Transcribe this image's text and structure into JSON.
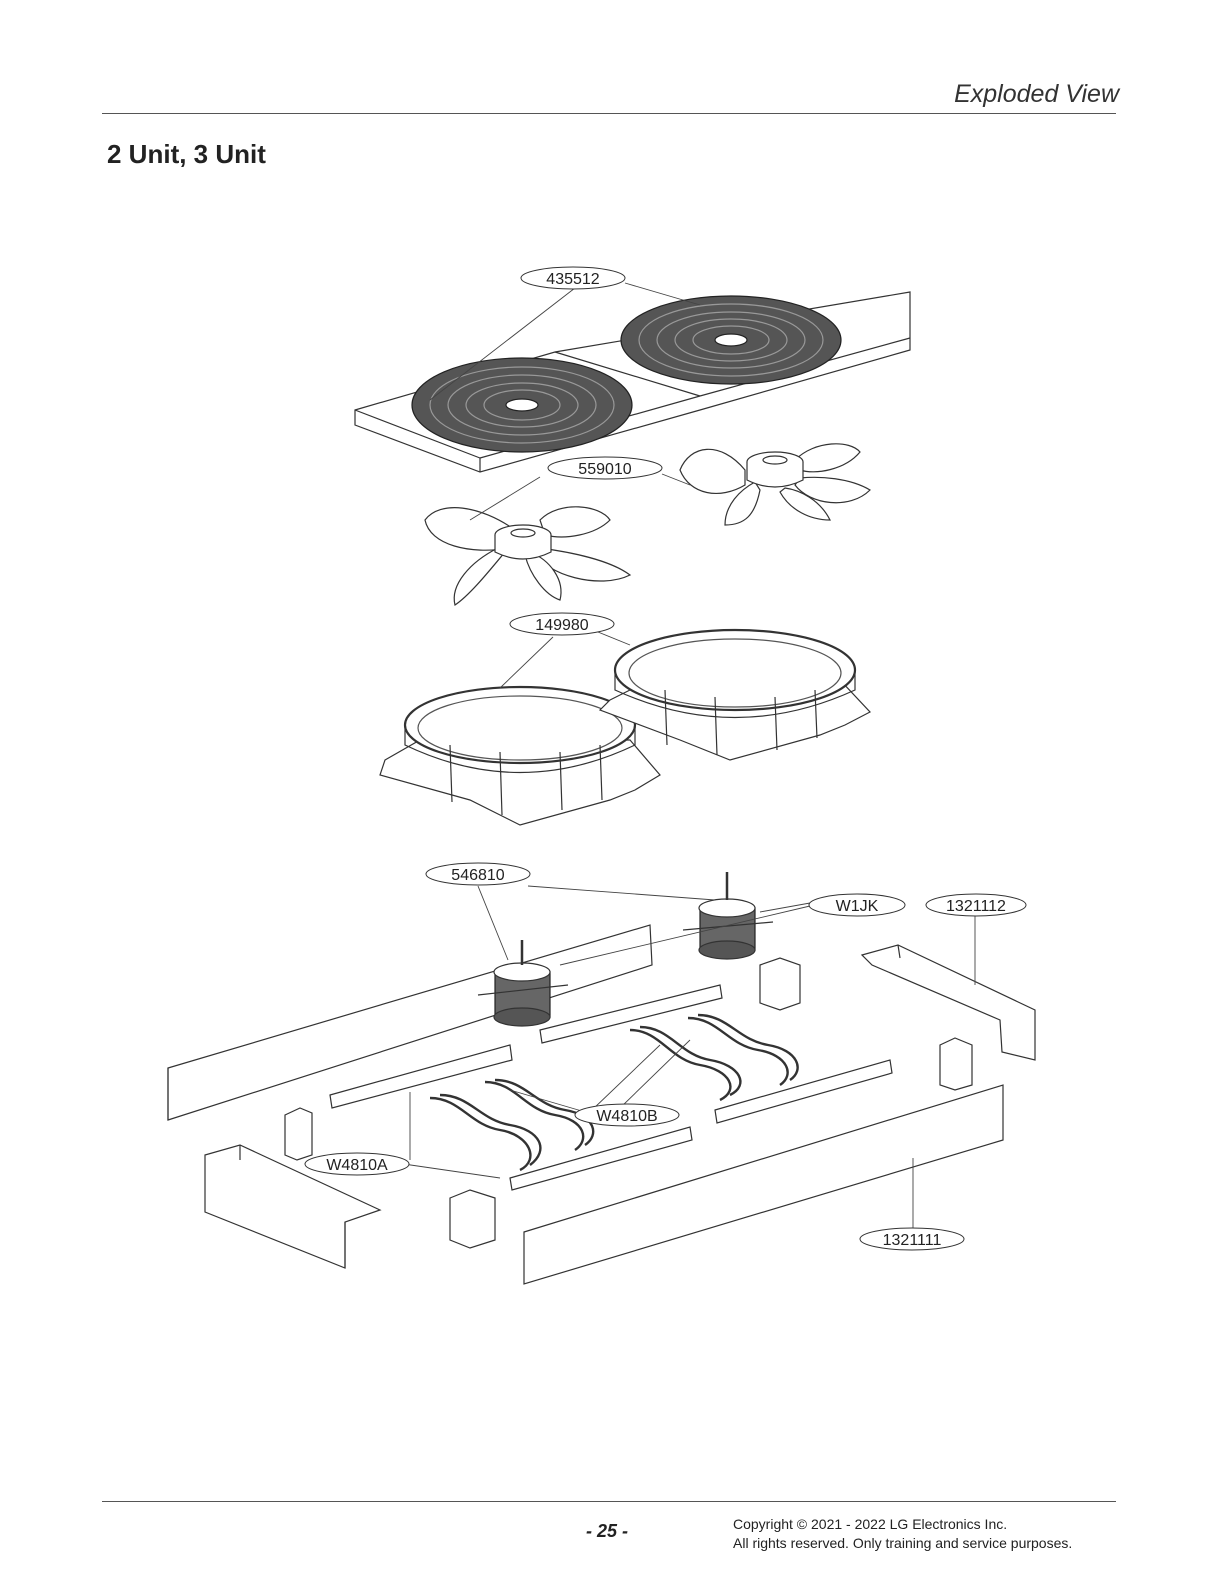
{
  "header": {
    "title": "Exploded View"
  },
  "section": {
    "title": "2 Unit, 3 Unit"
  },
  "callouts": {
    "grille": "435512",
    "fan": "559010",
    "shroud": "149980",
    "motor": "546810",
    "nut": "W1JK",
    "top_bracket": "1321112",
    "front_panel": "1321111",
    "mount_a": "W4810A",
    "mount_b": "W4810B"
  },
  "footer": {
    "page_number": "- 25 -",
    "copyright_line1": "Copyright © 2021 - 2022 LG Electronics Inc.",
    "copyright_line2": "All rights reserved. Only training and service purposes."
  }
}
